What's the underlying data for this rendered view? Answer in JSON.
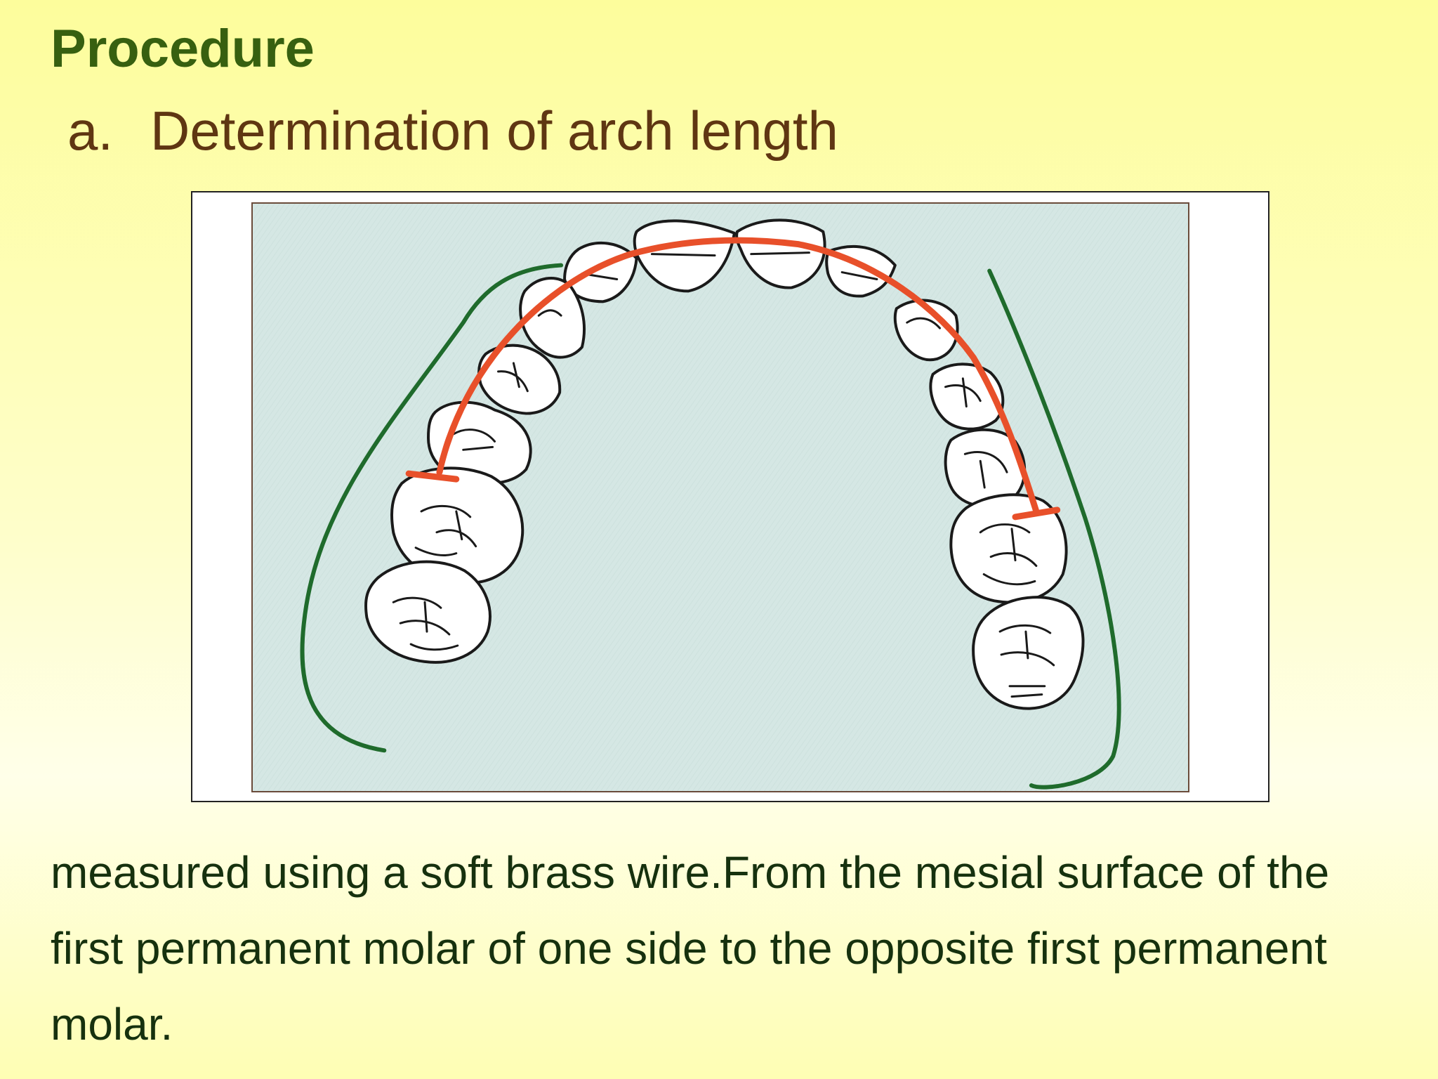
{
  "slide": {
    "heading": "Procedure",
    "subheading": {
      "marker": "a.",
      "text": "Determination of arch length"
    },
    "body": "measured using a soft brass wire.From the mesial surface of the first permanent molar of one side to the opposite first permanent molar."
  },
  "diagram": {
    "subject": "maxillary-dental-arch",
    "colors": {
      "background": "#d5e7e4",
      "tooth_fill": "#ffffff",
      "tooth_outline": "#1a1a1a",
      "arch_wire": "#e8502a",
      "arch_outline": "#1f6b2c"
    }
  }
}
